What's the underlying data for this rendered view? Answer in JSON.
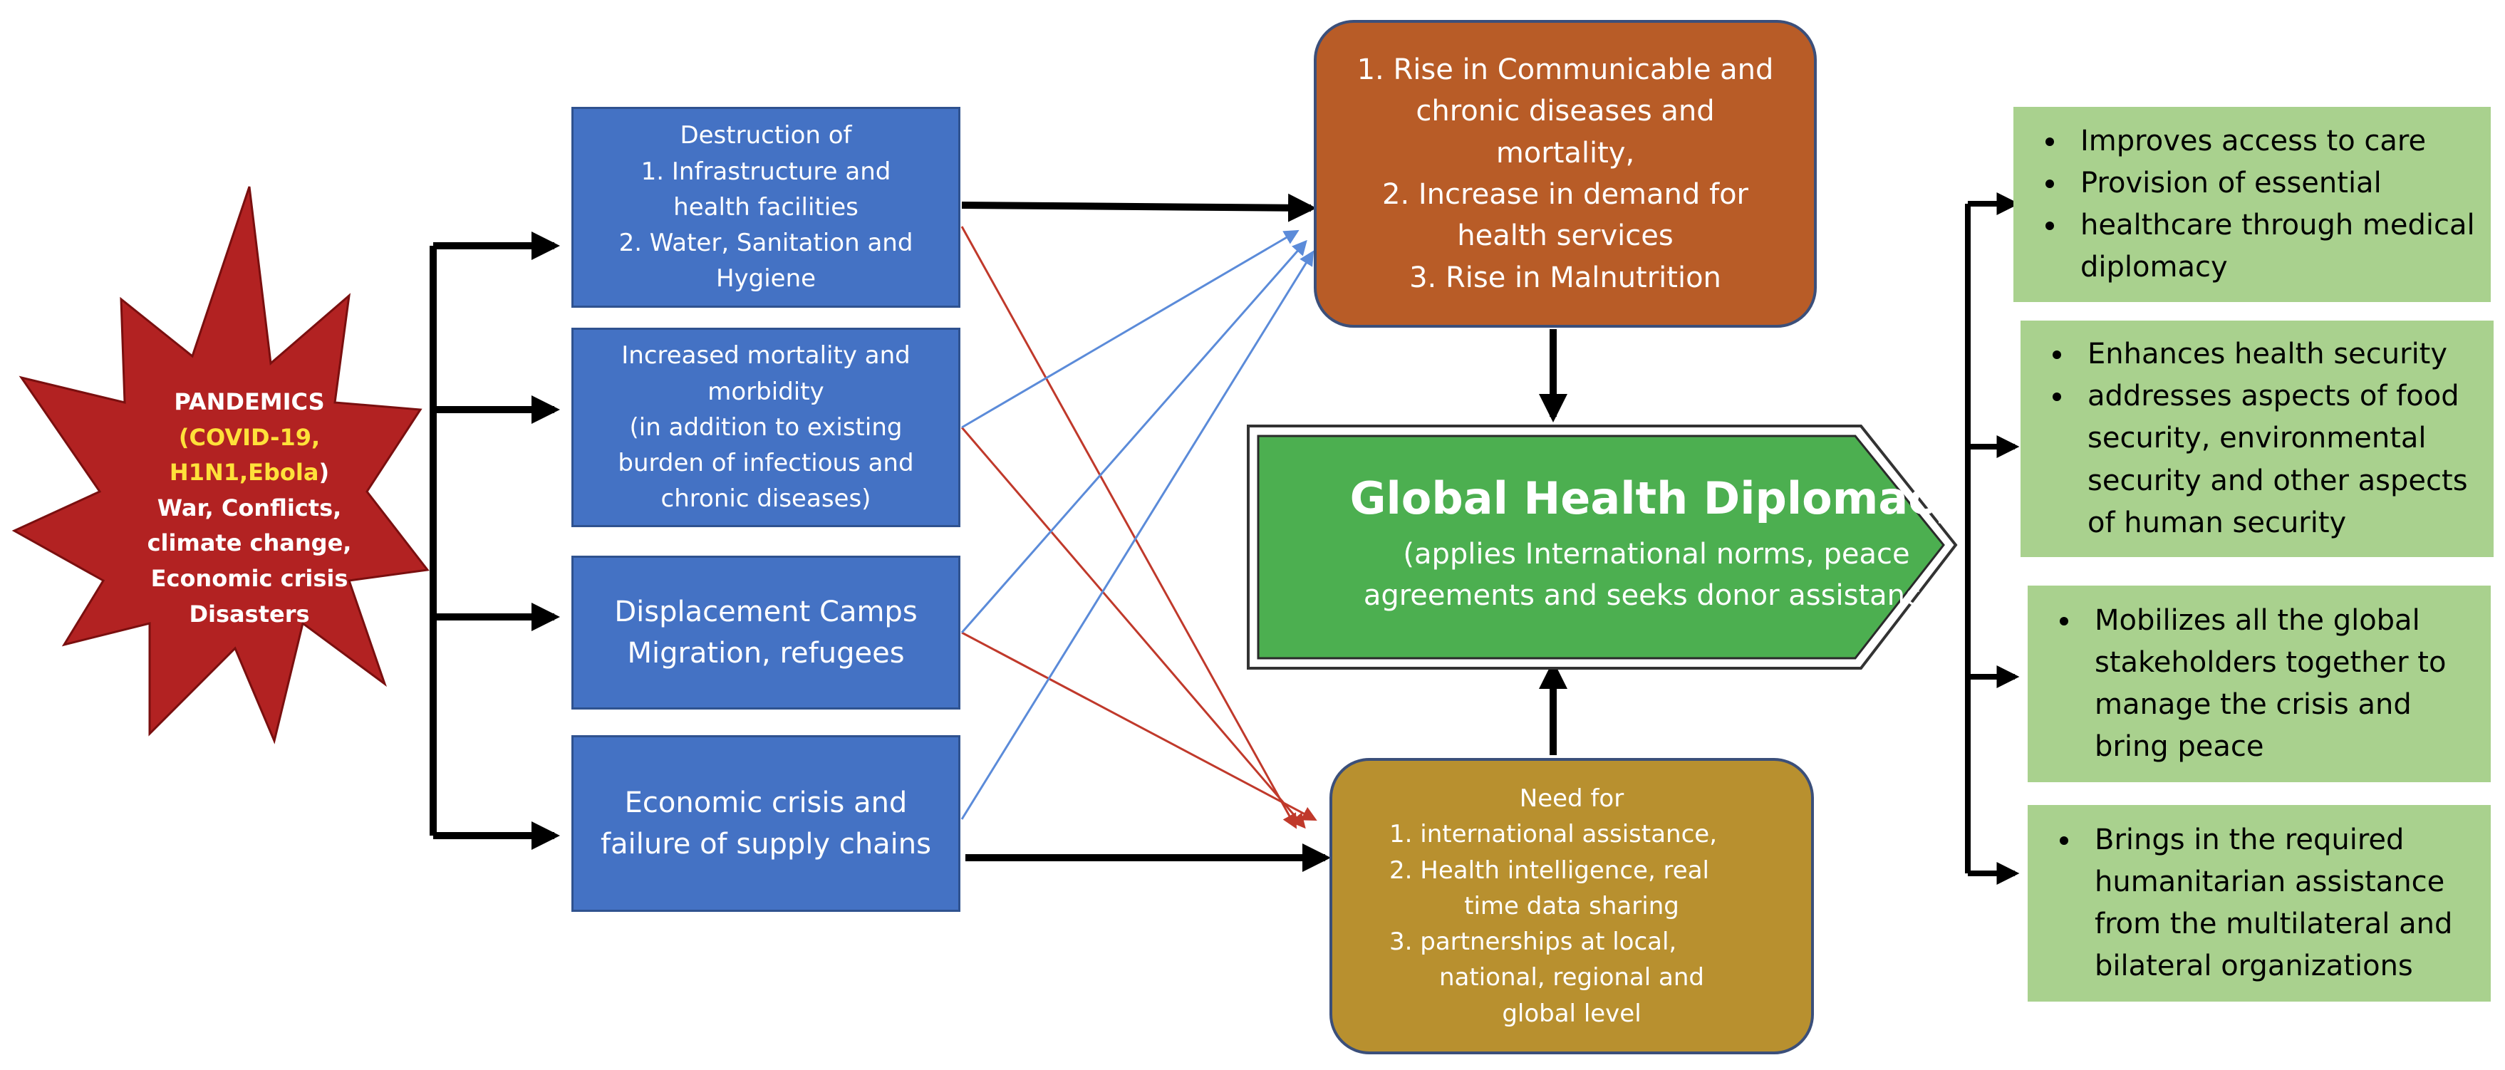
{
  "star": {
    "line1": "PANDEMICS",
    "line2": "(COVID-19,",
    "line3": "H1N1,Ebola",
    "line3_close": ")",
    "line4": "War, Conflicts,",
    "line5": "climate change,",
    "line6": "Economic crisis",
    "line7": "Disasters"
  },
  "impacts": [
    {
      "lines": [
        "Destruction of",
        "1. Infrastructure and",
        "health facilities",
        "2. Water, Sanitation and",
        "Hygiene"
      ]
    },
    {
      "lines": [
        "Increased mortality and",
        "morbidity",
        "(in addition to existing",
        "burden of infectious and",
        "chronic diseases)"
      ]
    },
    {
      "lines": [
        "Displacement Camps",
        "Migration, refugees"
      ]
    },
    {
      "lines": [
        "Economic crisis and",
        "failure of supply chains"
      ]
    }
  ],
  "outcome_box": {
    "lines": [
      "1. Rise in Communicable and",
      "chronic diseases and",
      "mortality,",
      "2. Increase in demand for",
      "health services",
      "3. Rise in Malnutrition"
    ]
  },
  "needs_box": {
    "title": "Need for",
    "lines": [
      "1.    international assistance,",
      "2.    Health intelligence, real",
      "time data sharing",
      "3.    partnerships at local,",
      "national, regional and",
      "global level"
    ]
  },
  "ghd": {
    "title": "Global Health Diplomacy",
    "sub1": "(applies International norms, peace",
    "sub2": "agreements and seeks donor assistance)"
  },
  "benefits": [
    {
      "items": [
        "Improves access to care",
        "Provision of essential",
        "healthcare through medical diplomacy"
      ]
    },
    {
      "items": [
        "Enhances health security",
        "addresses aspects of food security, environmental security and other aspects of human security"
      ]
    },
    {
      "items": [
        "Mobilizes all the global stakeholders together to manage the crisis and bring peace"
      ]
    },
    {
      "items": [
        "Brings in the required humanitarian assistance from the multilateral and bilateral organizations"
      ]
    }
  ],
  "colors": {
    "blue": "#4472c4",
    "orange": "#b85c27",
    "gold": "#b8902f",
    "green_arrow": "#4caf50",
    "green_box": "#a9d18e",
    "star": "#b22222",
    "highlight": "#ffe13a",
    "red_connector": "#c0392b",
    "blue_connector": "#5b8bd9"
  }
}
